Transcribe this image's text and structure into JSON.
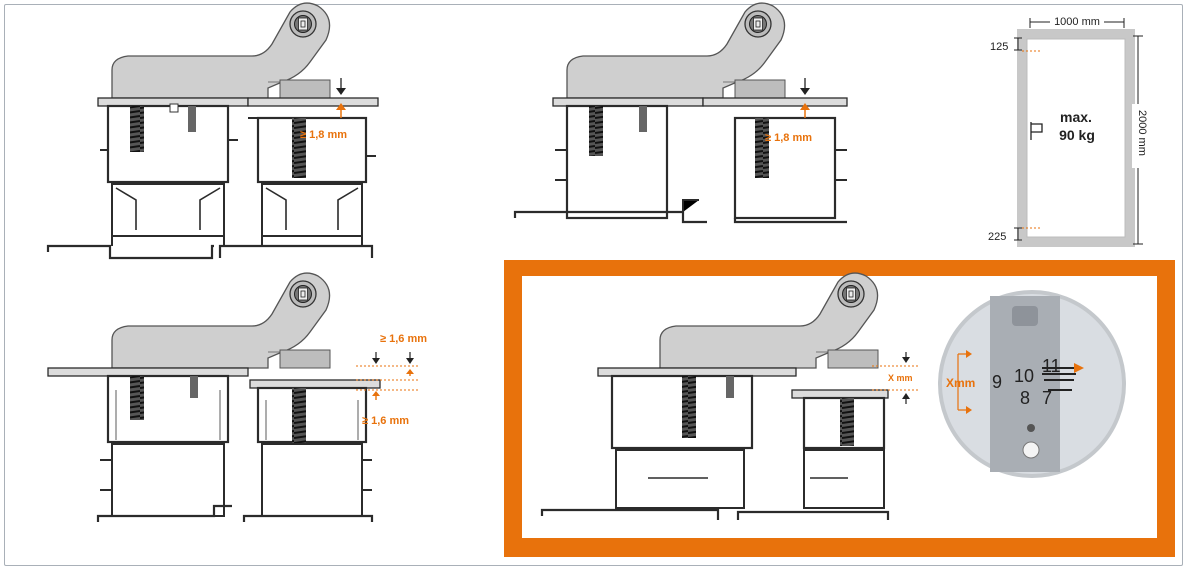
{
  "panels": {
    "top_left": {
      "gap_label": "≥ 1,8 mm"
    },
    "top_middle": {
      "gap_label": "≥ 1,8 mm"
    },
    "bottom_left": {
      "gap_label_top": "≥ 1,6 mm",
      "gap_label_bottom": "≥ 1,6 mm"
    },
    "highlight": {
      "gap_label": "X mm",
      "scale_side_label": "Xmm",
      "scale_numbers": {
        "n9": "9",
        "n10": "10",
        "n11": "11",
        "n8": "8",
        "n7": "7"
      }
    },
    "door_spec": {
      "width": "1000 mm",
      "height": "2000 mm",
      "top_offset": "125",
      "bottom_offset": "225",
      "max_label": "max.",
      "max_weight": "90 kg"
    }
  },
  "colors": {
    "accent": "#e8720c",
    "profile_fill": "#dcdcdc",
    "profile_stroke": "#2b2b2b",
    "hinge_fill": "#cfcfcf",
    "frame_border": "#a9b0b8"
  }
}
